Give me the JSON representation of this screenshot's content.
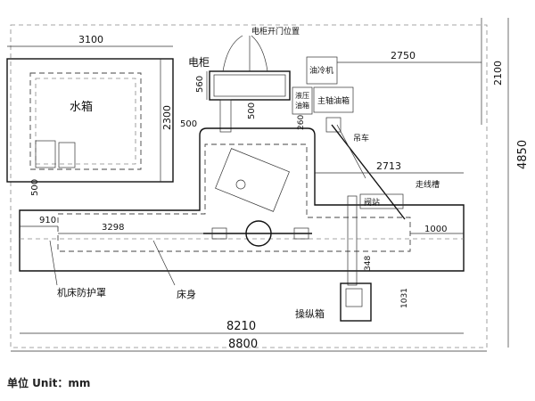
{
  "labels": {
    "water_tank": "水箱",
    "electric_cabinet": "电柜",
    "cabinet_door_position": "电柜开门位置",
    "oil_cooler": "油冷机",
    "hydraulic_tank": "液压\n油箱",
    "spindle_oil_tank": "主轴油箱",
    "crane": "吊车",
    "travel_slot": "走线槽",
    "valve_station": "阀站",
    "guard": "机床防护罩",
    "bed": "床身",
    "control_box": "操纵箱",
    "unit": "单位   Unit：mm"
  },
  "dimensions": {
    "d3100": "3100",
    "d2750": "2750",
    "d2100": "2100",
    "d4850": "4850",
    "d2300": "2300",
    "d560": "560",
    "d500a": "500",
    "d500b": "500",
    "d500c": "500",
    "d260": "260",
    "d2713": "2713",
    "d910": "910",
    "d3298": "3298",
    "d1000": "1000",
    "d348": "348",
    "d1031": "1031",
    "d8210": "8210",
    "d8800": "8800"
  }
}
